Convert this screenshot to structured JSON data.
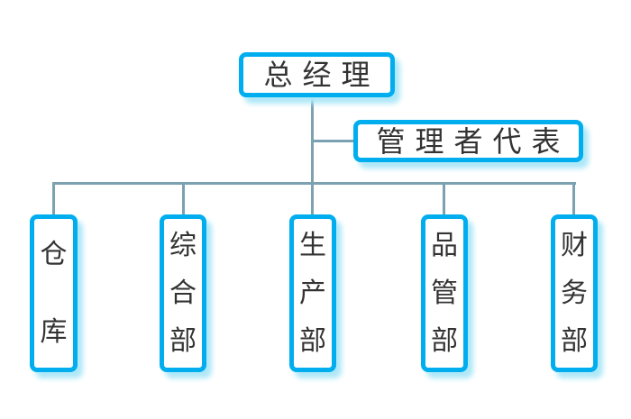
{
  "chart": {
    "type": "org-chart",
    "root": {
      "id": "general-manager",
      "label": "总经理"
    },
    "assistant": {
      "id": "management-representative",
      "label": "管理者代表"
    },
    "departments": [
      {
        "id": "warehouse",
        "label": "仓库"
      },
      {
        "id": "general-affairs",
        "label": "综合部"
      },
      {
        "id": "production",
        "label": "生产部"
      },
      {
        "id": "quality-control",
        "label": "品管部"
      },
      {
        "id": "finance",
        "label": "财务部"
      }
    ]
  },
  "colors": {
    "box_border": "#00aeef",
    "box_shadow": "#aee8f8",
    "connector": "#7ca2b2",
    "text": "#333333",
    "background": "#ffffff"
  }
}
